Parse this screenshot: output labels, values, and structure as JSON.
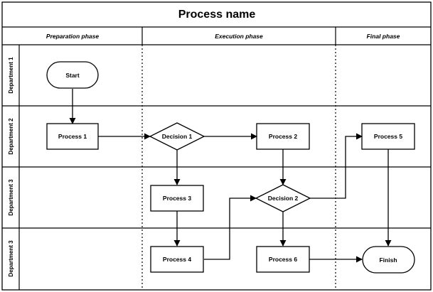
{
  "title": "Process name",
  "phases": [
    "Preparation phase",
    "Execution phase",
    "Final phase"
  ],
  "departments": [
    "Department 1",
    "Department 2",
    "Department 3",
    "Department 3"
  ],
  "nodes": {
    "start": "Start",
    "process1": "Process 1",
    "decision1": "Decision 1",
    "process2": "Process 2",
    "process5": "Process 5",
    "process3": "Process 3",
    "decision2": "Decision 2",
    "process4": "Process 4",
    "process6": "Process 6",
    "finish": "Finish"
  }
}
